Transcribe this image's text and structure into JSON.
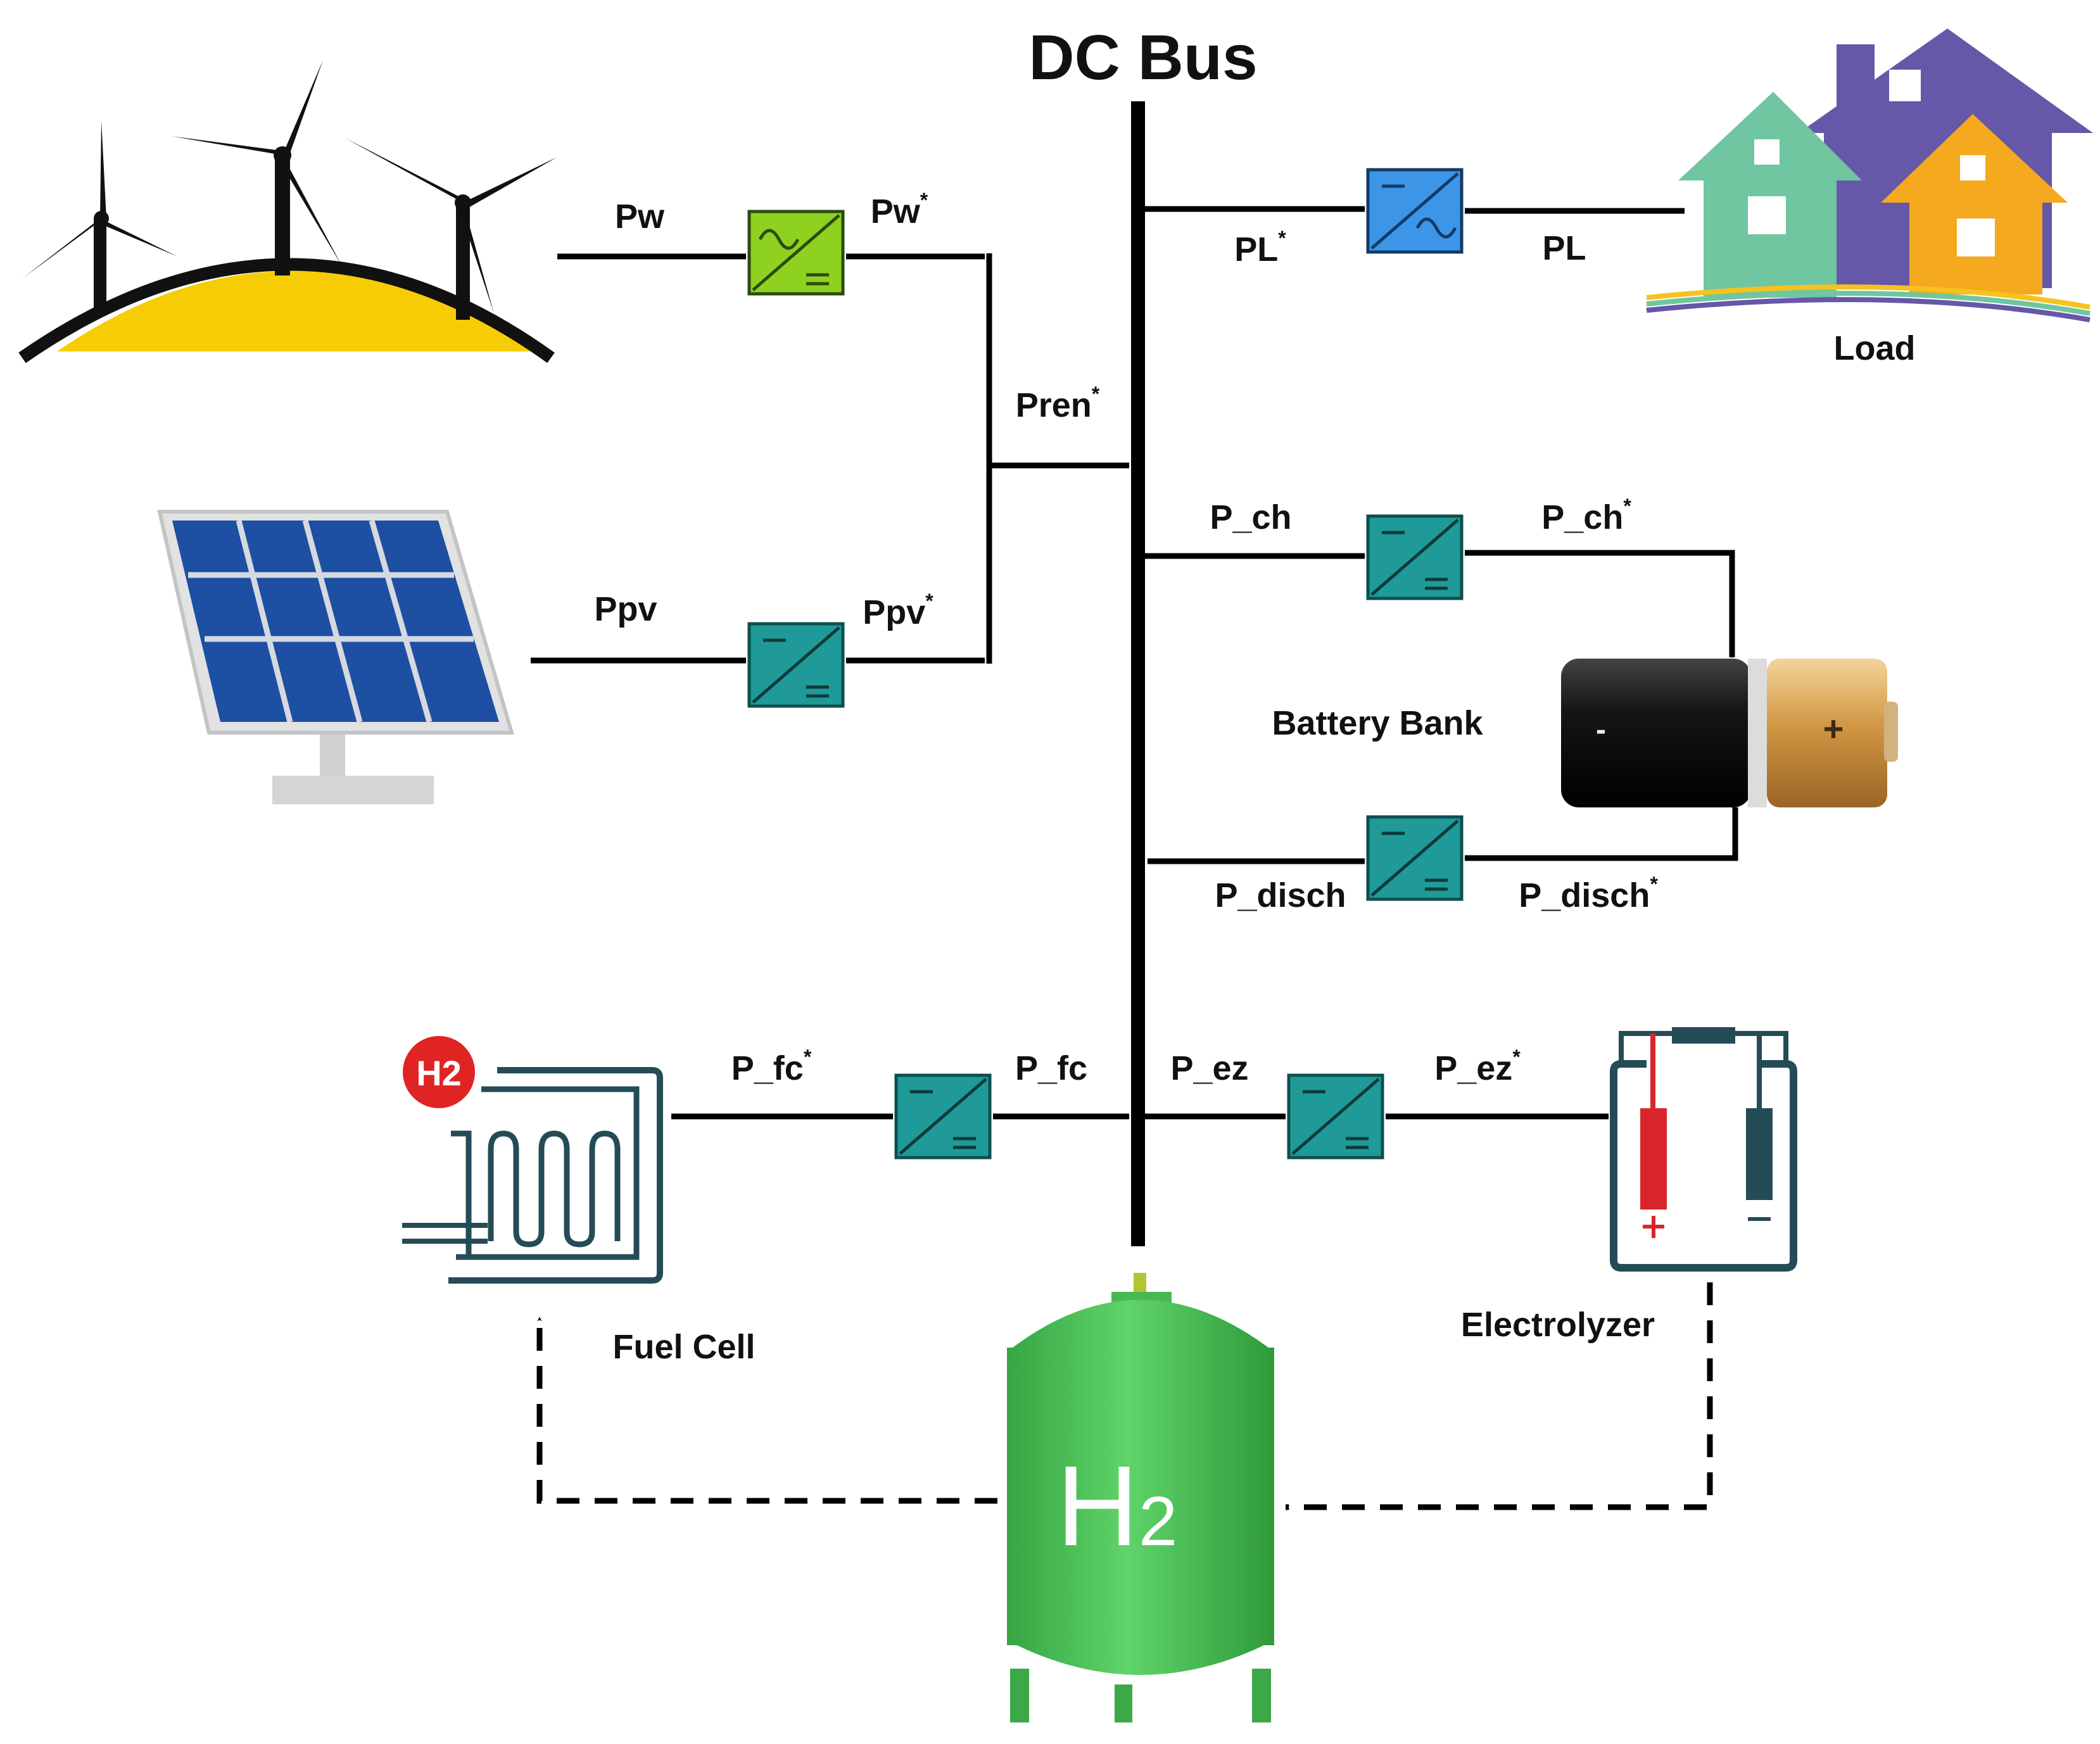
{
  "bus": {
    "title": "DC Bus"
  },
  "labels": {
    "pw": "Pw",
    "pw_star": "Pw",
    "ppv": "Ppv",
    "ppv_star": "Ppv",
    "pren_star": "Pren",
    "pl_star": "PL",
    "pl": "PL",
    "load": "Load",
    "pch": "P_ch",
    "pch_star": "P_ch",
    "battery": "Battery Bank",
    "pdisch": "P_disch",
    "pdisch_star": "P_disch",
    "pfc_star": "P_fc",
    "pfc": "P_fc",
    "pez": "P_ez",
    "pez_star": "P_ez",
    "fuel_cell": "Fuel Cell",
    "electrolyzer": "Electrolyzer",
    "star": "*"
  },
  "icons": {
    "fuel_cell_badge": "H2",
    "tank_h": "H",
    "tank_sub": "2",
    "battery_minus": "-",
    "battery_plus": "+",
    "electrolyzer_plus": "+",
    "electrolyzer_minus": "-"
  },
  "colors": {
    "converter_teal": "#1f9a98",
    "converter_green": "#8ed21f",
    "converter_blue": "#3d95e8",
    "tank_green": "#4fca5a",
    "solar_blue": "#1d4fa2",
    "sun_yellow": "#f6cd05",
    "house_teal": "#6fc6a0",
    "house_purple": "#6657a8",
    "house_orange": "#f5a91f",
    "battery_copper": "#d19743",
    "electrolyzer_red": "#d9262c",
    "electrolyzer_dark": "#244c56"
  }
}
